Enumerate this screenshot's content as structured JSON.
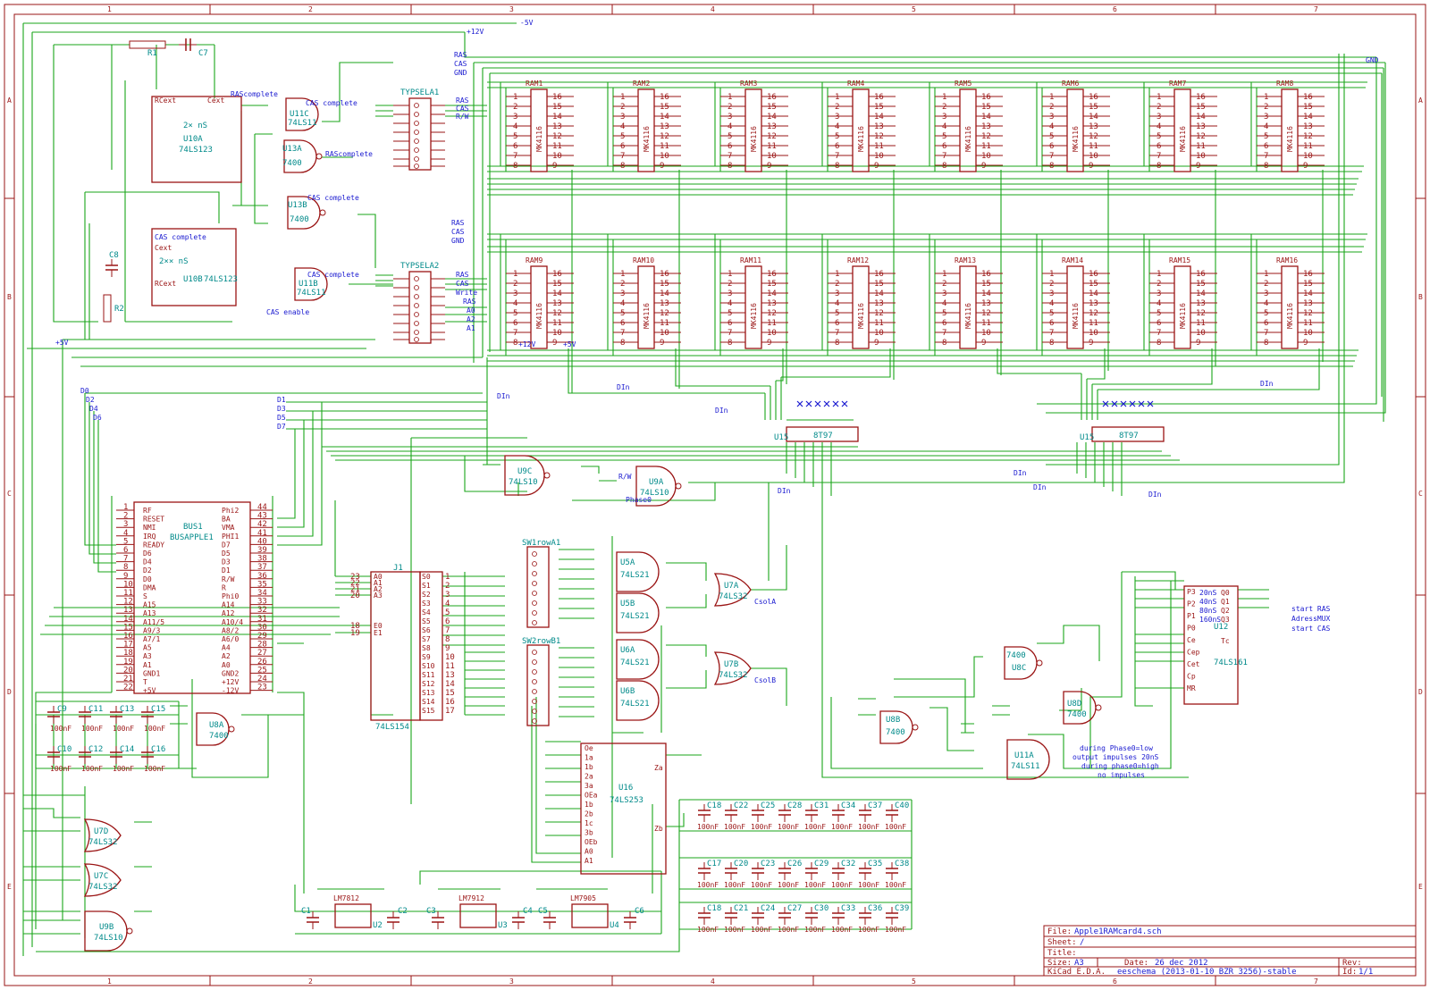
{
  "colors": {
    "wire": "#1aa51a",
    "part": "#9a1414",
    "label": "#1a1ad0",
    "ref": "#008a8a",
    "frame": "#9a1414"
  },
  "frame": {
    "cols": [
      "1",
      "2",
      "3",
      "4",
      "5",
      "6",
      "7"
    ],
    "rows": [
      "A",
      "B",
      "C",
      "D",
      "E"
    ]
  },
  "supply": {
    "p12": "+12V",
    "m5": "-5V",
    "gnd": "GND"
  },
  "ram": {
    "labels": [
      "RAM1",
      "RAM2",
      "RAM3",
      "RAM4",
      "RAM5",
      "RAM6",
      "RAM7",
      "RAM8",
      "RAM9",
      "RAM10",
      "RAM11",
      "RAM12",
      "RAM13",
      "RAM14",
      "RAM15",
      "RAM16"
    ],
    "part": "MK4116",
    "left_pins": [
      "1",
      "2",
      "3",
      "4",
      "5",
      "6",
      "7",
      "8"
    ],
    "right_pins": [
      "16",
      "15",
      "14",
      "13",
      "12",
      "11",
      "10",
      "9"
    ]
  },
  "typsel": {
    "a": {
      "name": "TYPSELA1",
      "net_l1": "RAS",
      "net_l2": "CAS",
      "net_l3": "GND",
      "net_r1": "RAS",
      "net_r2": "CAS",
      "net_r3": "R/W"
    },
    "b": {
      "name": "TYPSELA2",
      "net_l1": "RAS",
      "net_l2": "CAS",
      "net_l3": "GND",
      "net_r1": "RAS",
      "net_r2": "CAS",
      "net_r3": "Write",
      "net_r4": "RAS",
      "net_r5": "A0",
      "net_r6": "A2",
      "net_r7": "A1"
    }
  },
  "u10": {
    "a_ref": "U10A",
    "a_part": "74LS123",
    "a_time": "2× nS",
    "b_ref": "U10B",
    "b_part": "74LS123",
    "b_time": "2×× nS",
    "cas_complete": "CAS complete",
    "cext": "Cext",
    "rcext": "RCext"
  },
  "u11c": {
    "ref": "U11C",
    "part": "74LS11",
    "ras_complete": "RAScomplete",
    "cas_complete": "CAS complete"
  },
  "u13a": {
    "ref": "U13A",
    "part": "7400",
    "net": "RAScomplete"
  },
  "u13b": {
    "ref": "U13B",
    "part": "7400",
    "net": "CAS complete"
  },
  "u11b": {
    "ref": "U11B",
    "part": "74LS11",
    "net": "CAS complete",
    "cas_enable": "CAS enable"
  },
  "misc": {
    "r1": "R1",
    "c7": "C7",
    "c8": "C8",
    "r2": "R2",
    "p_5v": "+5V",
    "p_12v_a": "+12V",
    "p_5v_a": "+5V",
    "d0": "D0",
    "d2": "D2",
    "d4": "D4",
    "d6": "D6",
    "d1": "D1",
    "d3": "D3",
    "d5": "D5",
    "d7": "D7",
    "din": "DIn",
    "a0": "A0",
    "a1": "A1",
    "a2": "A2"
  },
  "u9": {
    "c_ref": "U9C",
    "c_part": "74LS10",
    "a_ref": "U9A",
    "a_part": "74LS10",
    "rw": "R/W",
    "phase0": "Phase0"
  },
  "u15": {
    "ref1": "U15",
    "part1": "8T97",
    "ref2": "U15",
    "part2": "8T97"
  },
  "bus": {
    "title": "BUS1",
    "part": "BUSAPPLE1",
    "left": [
      {
        "n": "1",
        "s": "RF"
      },
      {
        "n": "2",
        "s": "RESET"
      },
      {
        "n": "3",
        "s": "NMI"
      },
      {
        "n": "4",
        "s": "IRQ"
      },
      {
        "n": "5",
        "s": "READY"
      },
      {
        "n": "6",
        "s": "D6"
      },
      {
        "n": "7",
        "s": "D4"
      },
      {
        "n": "8",
        "s": "D2"
      },
      {
        "n": "9",
        "s": "D0"
      },
      {
        "n": "10",
        "s": "DMA"
      },
      {
        "n": "11",
        "s": "S"
      },
      {
        "n": "12",
        "s": "A15"
      },
      {
        "n": "13",
        "s": "A13"
      },
      {
        "n": "14",
        "s": "A11/5"
      },
      {
        "n": "15",
        "s": "A9/3"
      },
      {
        "n": "16",
        "s": "A7/1"
      },
      {
        "n": "17",
        "s": "A5"
      },
      {
        "n": "18",
        "s": "A3"
      },
      {
        "n": "19",
        "s": "A1"
      },
      {
        "n": "20",
        "s": "GND1"
      },
      {
        "n": "21",
        "s": "T"
      },
      {
        "n": "22",
        "s": "+5V"
      }
    ],
    "right": [
      {
        "n": "44",
        "s": "Phi2"
      },
      {
        "n": "43",
        "s": "BA"
      },
      {
        "n": "42",
        "s": "VMA"
      },
      {
        "n": "41",
        "s": "PHI1"
      },
      {
        "n": "40",
        "s": "D7"
      },
      {
        "n": "39",
        "s": "D5"
      },
      {
        "n": "38",
        "s": "D3"
      },
      {
        "n": "37",
        "s": "D1"
      },
      {
        "n": "36",
        "s": "R/W"
      },
      {
        "n": "35",
        "s": "R"
      },
      {
        "n": "34",
        "s": "Phi0"
      },
      {
        "n": "33",
        "s": "A14"
      },
      {
        "n": "32",
        "s": "A12"
      },
      {
        "n": "31",
        "s": "A10/4"
      },
      {
        "n": "30",
        "s": "A8/2"
      },
      {
        "n": "29",
        "s": "A6/0"
      },
      {
        "n": "28",
        "s": "A4"
      },
      {
        "n": "27",
        "s": "A2"
      },
      {
        "n": "26",
        "s": "A0"
      },
      {
        "n": "25",
        "s": "GND2"
      },
      {
        "n": "24",
        "s": "+12V"
      },
      {
        "n": "23",
        "s": "-12V"
      }
    ]
  },
  "j1": {
    "ref": "J1",
    "part": "74LS154",
    "left_pins": [
      {
        "n": "23",
        "s": "A0"
      },
      {
        "n": "22",
        "s": "A1"
      },
      {
        "n": "21",
        "s": "A2"
      },
      {
        "n": "20",
        "s": "A3"
      },
      {
        "n": "18",
        "s": "E0"
      },
      {
        "n": "19",
        "s": "E1"
      }
    ],
    "outputs": [
      "S0",
      "S1",
      "S2",
      "S3",
      "S4",
      "S5",
      "S6",
      "S7",
      "S8",
      "S9",
      "S10",
      "S11",
      "S12",
      "S13",
      "S14",
      "S15"
    ],
    "out_pins": [
      "1",
      "2",
      "3",
      "4",
      "5",
      "6",
      "7",
      "8",
      "9",
      "10",
      "11",
      "13",
      "14",
      "15",
      "16",
      "17"
    ]
  },
  "sw": {
    "sw1": "SW1rowA1",
    "sw2": "SW2rowB1"
  },
  "u5": {
    "a_ref": "U5A",
    "a_part": "74LS21",
    "b_ref": "U5B",
    "b_part": "74LS21",
    "a2_ref": "U6A",
    "a2_part": "74LS21",
    "b2_ref": "U6B",
    "b2_part": "74LS21"
  },
  "u7": {
    "a_ref": "U7A",
    "a_part": "74LS32",
    "b_ref": "U7B",
    "b_part": "74LS32",
    "sel_a": "CsolA",
    "sel_b": "CsolB"
  },
  "u16": {
    "ref": "U16",
    "part": "74LS253",
    "pins_l": [
      "Oe",
      "1a",
      "1b",
      "2a",
      "3a",
      "OEa",
      "1b",
      "2b",
      "1c",
      "3b",
      "OEb",
      "A0",
      "A1"
    ],
    "za": "Za",
    "zb": "Zb"
  },
  "u12": {
    "ref": "U12",
    "part": "74LS161",
    "left": [
      "P3",
      "P2",
      "P1",
      "P0",
      "Ce",
      "Cep",
      "Cet",
      "Cp",
      "MR"
    ],
    "q": [
      "Q0",
      "Q1",
      "Q2",
      "Q3",
      "Tc"
    ],
    "times": [
      "20nS",
      "40nS",
      "80nS",
      "160nS"
    ],
    "outs": [
      "start RAS",
      "AdressMUX",
      "start CAS"
    ]
  },
  "u8": {
    "c_ref": "U8C",
    "c_part": "7400",
    "b_ref": "U8B",
    "b_part": "7400",
    "d_ref": "U8D",
    "d_part": "7400",
    "a_ref": "U8A",
    "a_part": "7400"
  },
  "u11a": {
    "ref": "U11A",
    "part": "74LS11"
  },
  "note": {
    "l1": "during Phase0=low",
    "l2": "output impulses 20nS",
    "l3": "during phase0=high",
    "l4": "no impulses"
  },
  "u7bot": {
    "d_ref": "U7D",
    "d_part": "74LS32",
    "c_ref": "U7C",
    "c_part": "74LS32",
    "b_ref": "U9B",
    "b_part": "74LS10"
  },
  "caps_left": {
    "row1": [
      "C9",
      "C11",
      "C13",
      "C15"
    ],
    "row2": [
      "C10",
      "C12",
      "C14",
      "C16"
    ],
    "val": "100nF"
  },
  "regs": [
    {
      "name": "LM7812",
      "ref": "U2",
      "c1": "C1",
      "c2": "C2"
    },
    {
      "name": "LM7912",
      "ref": "U3",
      "c1": "C3",
      "c2": "C4"
    },
    {
      "name": "LM7905",
      "ref": "U4",
      "c1": "C5",
      "c2": "C6"
    }
  ],
  "caps_right": {
    "row1": [
      "C18",
      "C22",
      "C25",
      "C28",
      "C31",
      "C34",
      "C37",
      "C40"
    ],
    "row2": [
      "C17",
      "C20",
      "C23",
      "C26",
      "C29",
      "C32",
      "C35",
      "C38"
    ],
    "row3": [
      "C18",
      "C21",
      "C24",
      "C27",
      "C30",
      "C33",
      "C36",
      "C39"
    ],
    "val": "100nF"
  },
  "title_block": {
    "file_label": "File:",
    "file": "Apple1RAMcard4.sch",
    "sheet_label": "Sheet:",
    "sheet": "/",
    "title_label": "Title:",
    "title": "",
    "size_label": "Size:",
    "size": "A3",
    "date_label": "Date:",
    "date": "26 dec 2012",
    "rev_label": "Rev:",
    "rev": "",
    "kicad": "KiCad E.D.A.",
    "version": "eeschema (2013-01-10 BZR 3256)-stable",
    "id_label": "Id:",
    "id": "1/1"
  }
}
